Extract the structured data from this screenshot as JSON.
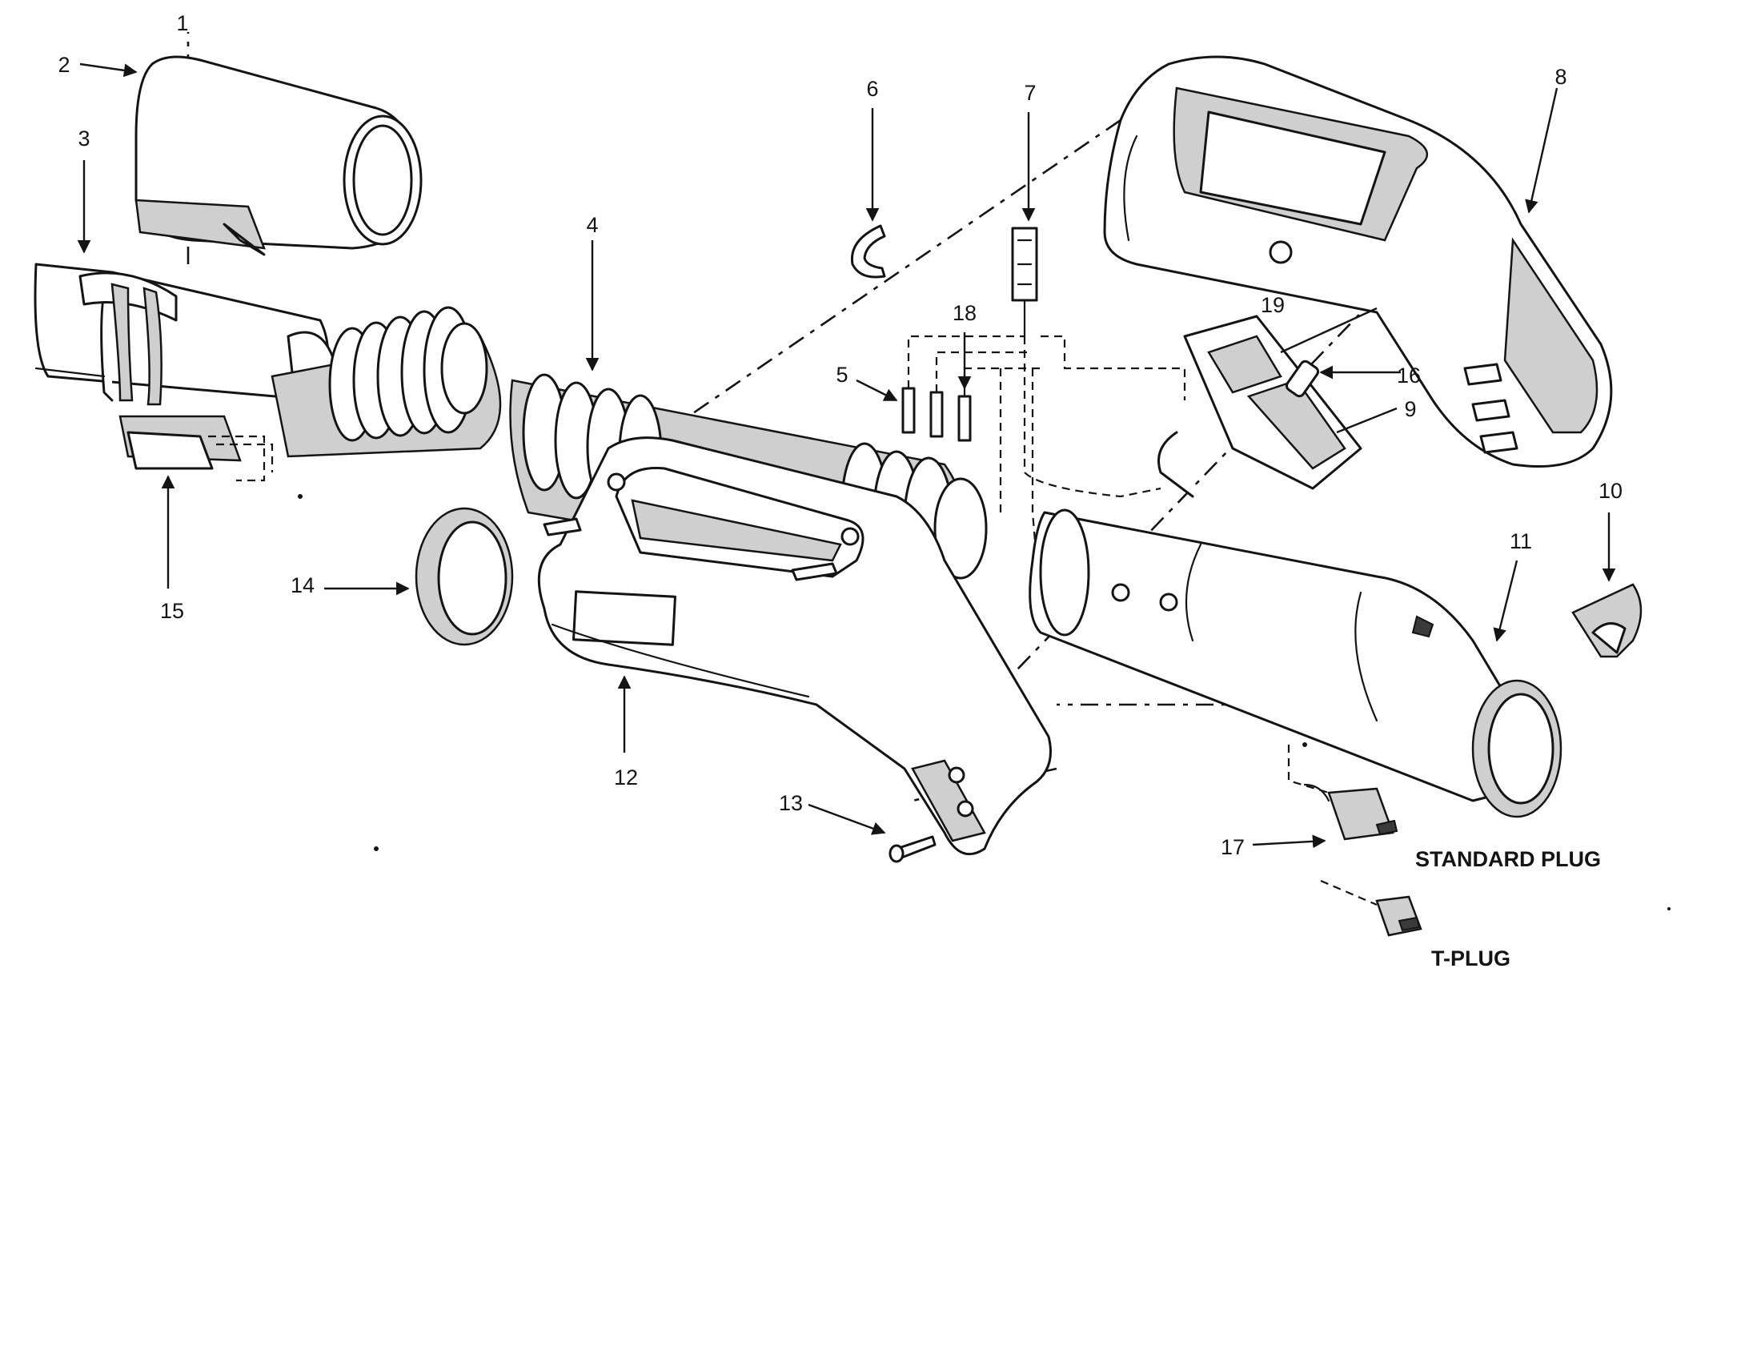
{
  "diagram": {
    "callouts": {
      "c1": "1",
      "c2": "2",
      "c3": "3",
      "c4": "4",
      "c5": "5",
      "c6": "6",
      "c7": "7",
      "c8": "8",
      "c9": "9",
      "c10": "10",
      "c11": "11",
      "c12": "12",
      "c13": "13",
      "c14": "14",
      "c15": "15",
      "c16": "16",
      "c17": "17",
      "c18": "18",
      "c19": "19"
    },
    "plug_labels": {
      "standard": "STANDARD PLUG",
      "t_plug": "T-PLUG"
    }
  }
}
